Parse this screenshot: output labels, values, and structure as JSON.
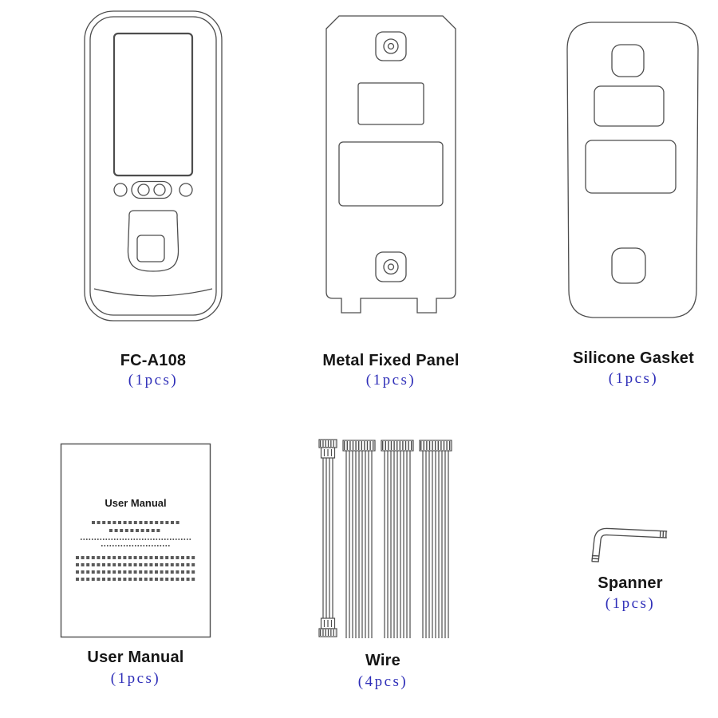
{
  "colors": {
    "line": "#4d4d4d",
    "label_text": "#161616",
    "qty_text": "#2e2eb8",
    "background": "#ffffff"
  },
  "items": [
    {
      "name": "FC-A108",
      "qty": "(1pcs)"
    },
    {
      "name": "Metal Fixed Panel",
      "qty": "(1pcs)"
    },
    {
      "name": "Silicone Gasket",
      "qty": "(1pcs)"
    },
    {
      "name": "User Manual",
      "qty": "(1pcs)"
    },
    {
      "name": "Wire",
      "qty": "(4pcs)"
    },
    {
      "name": "Spanner",
      "qty": "(1pcs)"
    }
  ],
  "manual": {
    "title": "User Manual"
  }
}
